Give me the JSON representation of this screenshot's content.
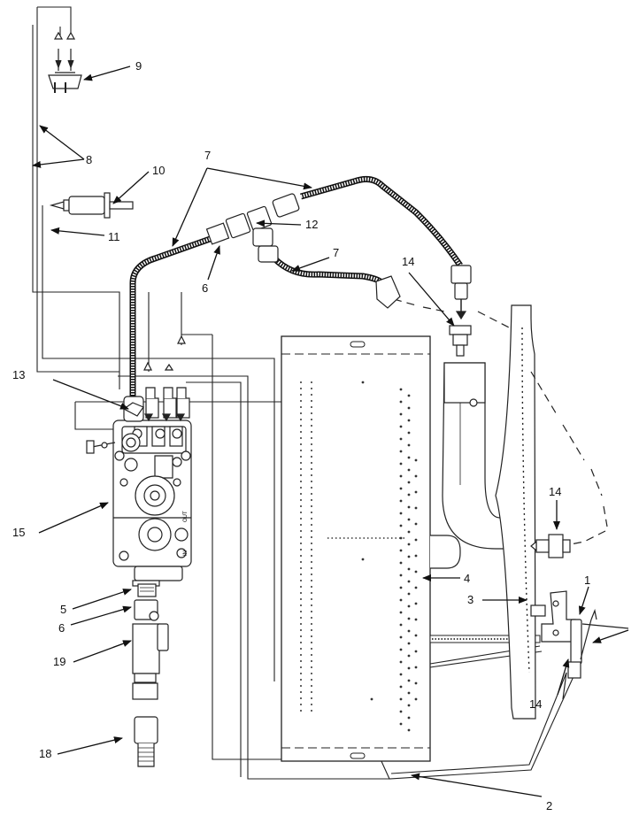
{
  "labels": {
    "l1": "1",
    "l2": "2",
    "l3": "3",
    "l4": "4",
    "l5": "5",
    "l6a": "6",
    "l6b": "6",
    "l7a": "7",
    "l7b": "7",
    "l8": "8",
    "l9": "9",
    "l10": "10",
    "l11": "11",
    "l12": "12",
    "l13": "13",
    "l14a": "14",
    "l14b": "14",
    "l14c": "14",
    "l15": "15",
    "l18": "18",
    "l19": "19"
  },
  "valve_marks": {
    "out": "OUT",
    "in": "IN"
  }
}
